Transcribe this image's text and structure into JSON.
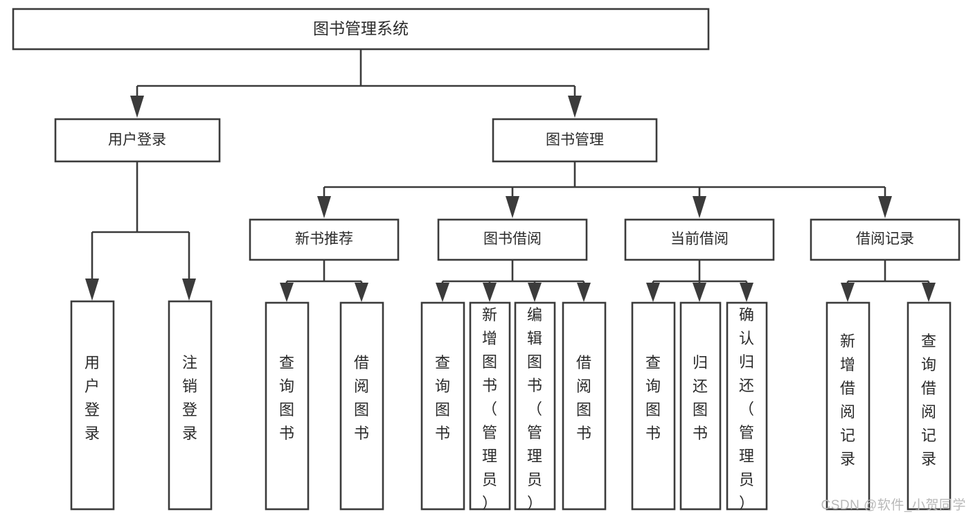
{
  "diagram": {
    "title_node": {
      "label": "图书管理系统"
    },
    "level2": [
      {
        "id": "user-login",
        "label": "用户登录"
      },
      {
        "id": "book-management",
        "label": "图书管理"
      }
    ],
    "level3": [
      {
        "id": "new-book-recommend",
        "label": "新书推荐"
      },
      {
        "id": "book-borrow",
        "label": "图书借阅"
      },
      {
        "id": "current-borrow",
        "label": "当前借阅"
      },
      {
        "id": "borrow-record",
        "label": "借阅记录"
      }
    ],
    "leaves": {
      "user_login": [
        {
          "id": "leaf-user-login",
          "label": "用户登录"
        },
        {
          "id": "leaf-logout-login",
          "label": "注销登录"
        }
      ],
      "new_book_recommend": [
        {
          "id": "leaf-query-book-1",
          "label": "查询图书"
        },
        {
          "id": "leaf-borrow-book-1",
          "label": "借阅图书"
        }
      ],
      "book_borrow": [
        {
          "id": "leaf-query-book-2",
          "label": "查询图书"
        },
        {
          "id": "leaf-add-book-admin",
          "label": "新增图书（管理员）"
        },
        {
          "id": "leaf-edit-book-admin",
          "label": "编辑图书（管理员）"
        },
        {
          "id": "leaf-borrow-book-2",
          "label": "借阅图书"
        }
      ],
      "current_borrow": [
        {
          "id": "leaf-query-book-3",
          "label": "查询图书"
        },
        {
          "id": "leaf-return-book",
          "label": "归还图书"
        },
        {
          "id": "leaf-confirm-return-admin",
          "label": "确认归还（管理员）"
        }
      ],
      "borrow_record": [
        {
          "id": "leaf-add-borrow-record",
          "label": "新增借阅记录"
        },
        {
          "id": "leaf-query-borrow-record",
          "label": "查询借阅记录"
        }
      ]
    }
  },
  "watermark": {
    "text": "CSDN @软件_小贺同学"
  },
  "colors": {
    "stroke": "#3b3b3b",
    "box_fill": "#ffffff",
    "text": "#2b2b2b",
    "watermark": "#b9b9b9",
    "background": "#ffffff"
  }
}
